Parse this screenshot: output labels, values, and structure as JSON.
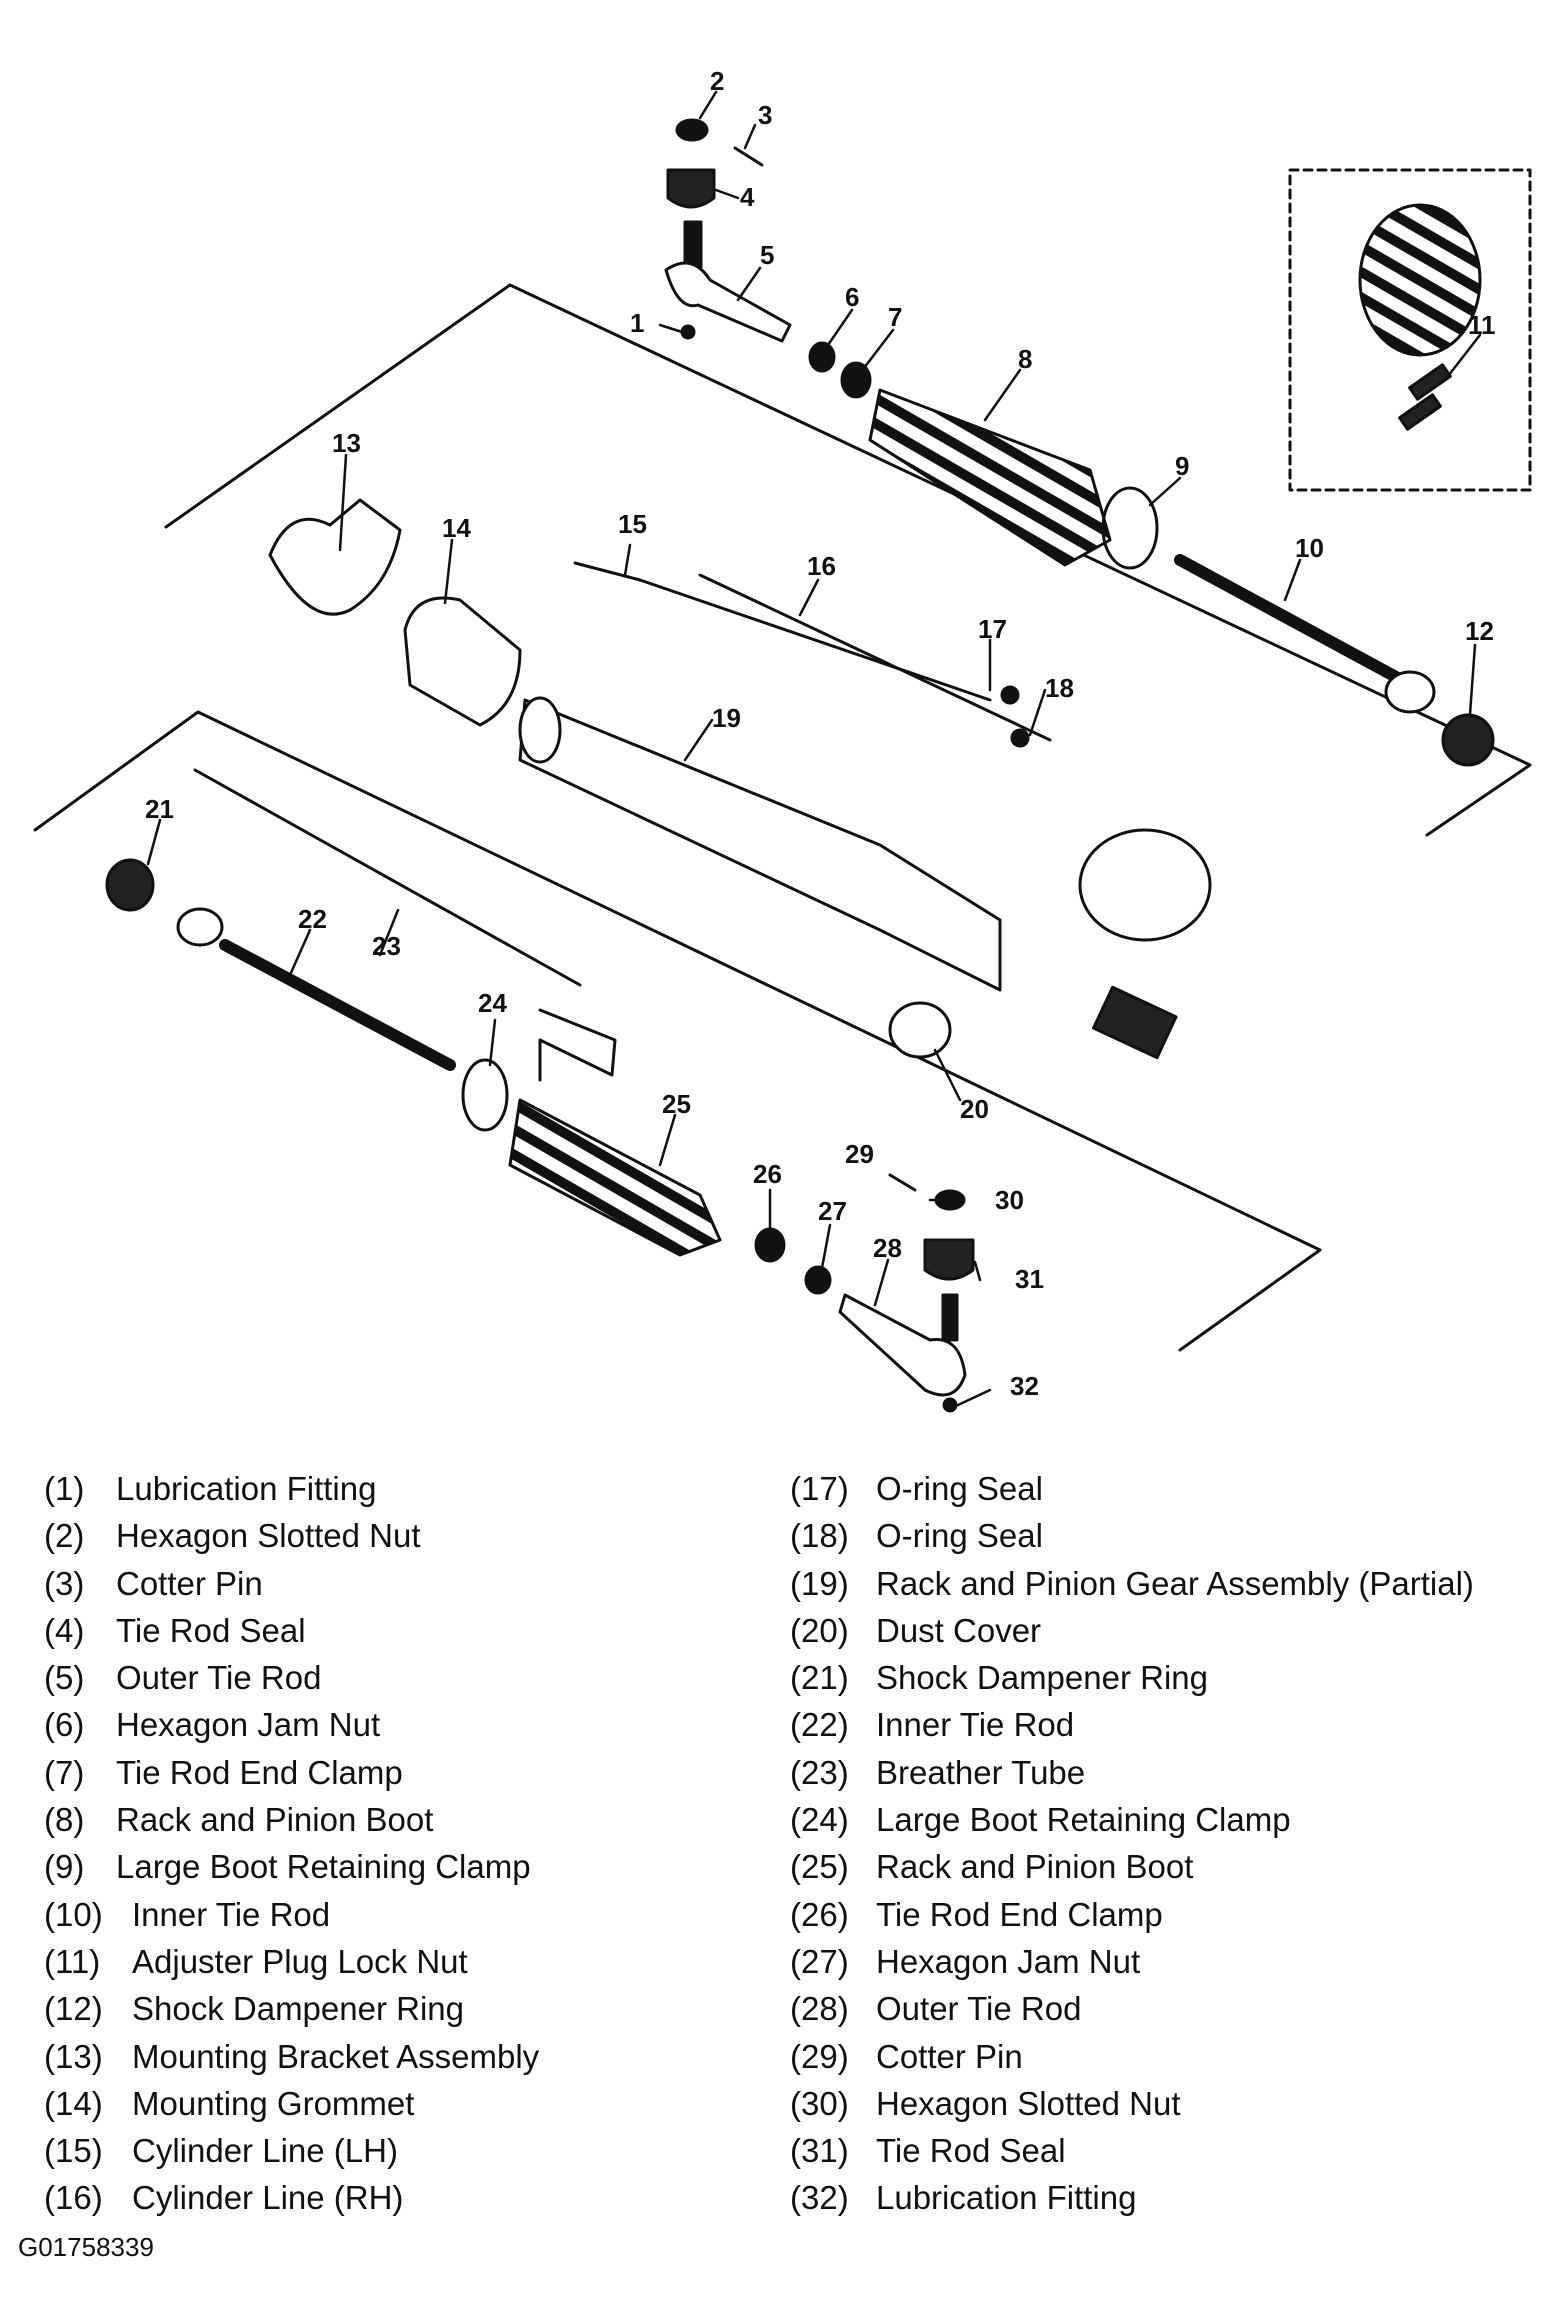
{
  "callouts": [
    "1",
    "2",
    "3",
    "4",
    "5",
    "6",
    "7",
    "8",
    "9",
    "10",
    "11",
    "12",
    "13",
    "14",
    "15",
    "16",
    "17",
    "18",
    "19",
    "20",
    "21",
    "22",
    "23",
    "24",
    "25",
    "26",
    "27",
    "28",
    "29",
    "30",
    "31",
    "32"
  ],
  "legend_left": [
    {
      "num": "(1)",
      "label": "Lubrication Fitting"
    },
    {
      "num": "(2)",
      "label": "Hexagon Slotted Nut"
    },
    {
      "num": "(3)",
      "label": "Cotter Pin"
    },
    {
      "num": "(4)",
      "label": "Tie Rod Seal"
    },
    {
      "num": "(5)",
      "label": "Outer Tie Rod"
    },
    {
      "num": "(6)",
      "label": "Hexagon Jam Nut"
    },
    {
      "num": "(7)",
      "label": "Tie Rod End Clamp"
    },
    {
      "num": "(8)",
      "label": "Rack and Pinion Boot"
    },
    {
      "num": "(9)",
      "label": "Large Boot Retaining Clamp"
    },
    {
      "num": "(10)",
      "label": "Inner Tie Rod"
    },
    {
      "num": "(11)",
      "label": "Adjuster Plug Lock Nut"
    },
    {
      "num": "(12)",
      "label": "Shock Dampener Ring"
    },
    {
      "num": "(13)",
      "label": "Mounting Bracket Assembly"
    },
    {
      "num": "(14)",
      "label": "Mounting Grommet"
    },
    {
      "num": "(15)",
      "label": "Cylinder Line (LH)"
    },
    {
      "num": "(16)",
      "label": "Cylinder Line (RH)"
    }
  ],
  "legend_right": [
    {
      "num": "(17)",
      "label": "O-ring Seal"
    },
    {
      "num": "(18)",
      "label": "O-ring Seal"
    },
    {
      "num": "(19)",
      "label": "Rack and Pinion Gear Assembly (Partial)"
    },
    {
      "num": "(20)",
      "label": "Dust Cover"
    },
    {
      "num": "(21)",
      "label": "Shock Dampener Ring"
    },
    {
      "num": "(22)",
      "label": "Inner Tie Rod"
    },
    {
      "num": "(23)",
      "label": "Breather Tube"
    },
    {
      "num": "(24)",
      "label": "Large Boot Retaining Clamp"
    },
    {
      "num": "(25)",
      "label": "Rack and Pinion Boot"
    },
    {
      "num": "(26)",
      "label": "Tie Rod End Clamp"
    },
    {
      "num": "(27)",
      "label": "Hexagon Jam Nut"
    },
    {
      "num": "(28)",
      "label": "Outer Tie Rod"
    },
    {
      "num": "(29)",
      "label": "Cotter Pin"
    },
    {
      "num": "(30)",
      "label": "Hexagon Slotted Nut"
    },
    {
      "num": "(31)",
      "label": "Tie Rod Seal"
    },
    {
      "num": "(32)",
      "label": "Lubrication Fitting"
    }
  ],
  "figure_id": "G01758339"
}
